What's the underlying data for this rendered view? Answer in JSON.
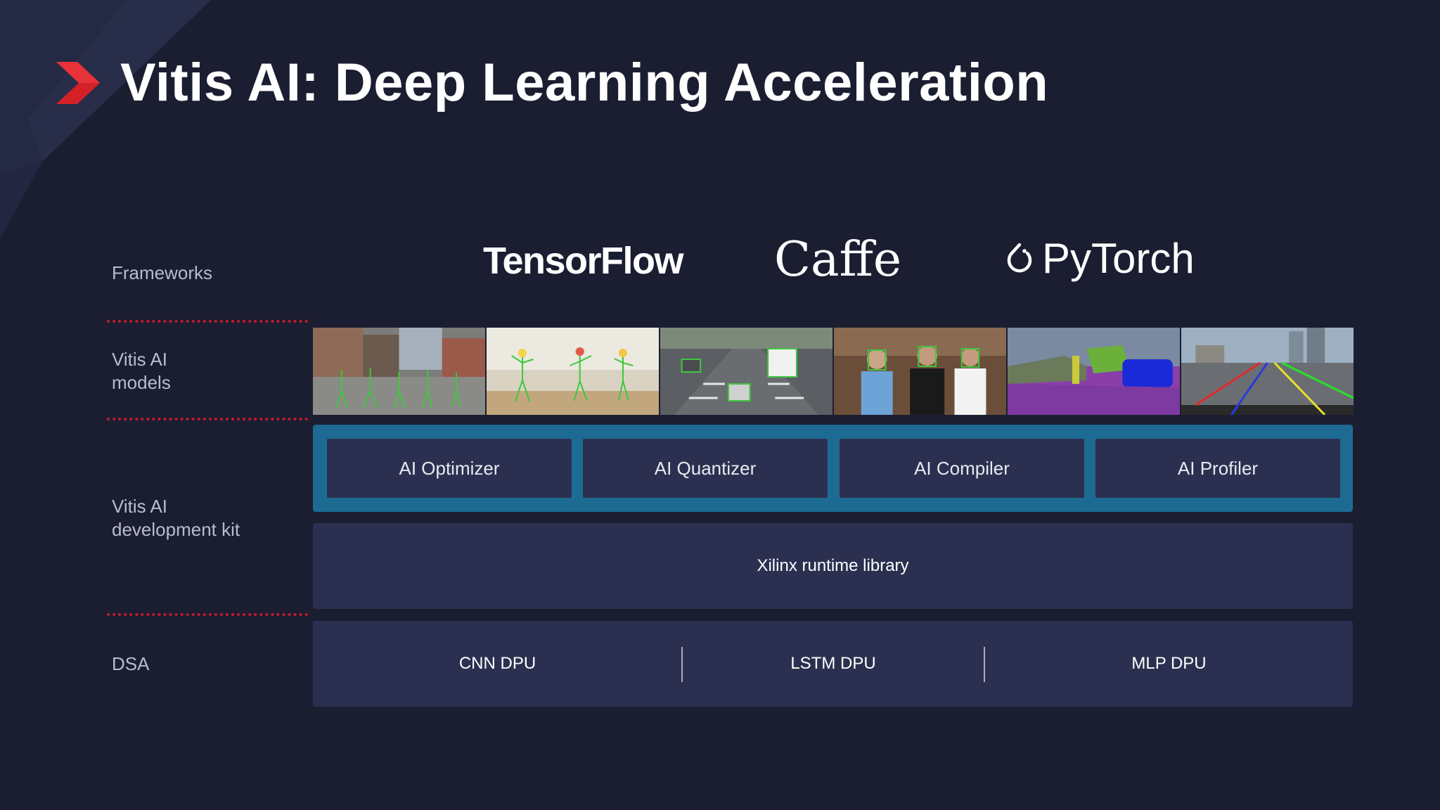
{
  "slide": {
    "title": "Vitis AI: Deep Learning Acceleration",
    "accent_color": "#d42027",
    "background_color": "#1b1e31"
  },
  "rows": {
    "frameworks": "Frameworks",
    "models": "Vitis AI\nmodels",
    "devkit": "Vitis AI\ndevelopment kit",
    "dsa": "DSA"
  },
  "frameworks": [
    {
      "name": "TensorFlow"
    },
    {
      "name": "Caffe"
    },
    {
      "name": "PyTorch",
      "icon": "pytorch-flame-icon"
    }
  ],
  "models": [
    {
      "scene": "pedestrian-pose-detection"
    },
    {
      "scene": "dance-pose-estimation"
    },
    {
      "scene": "traffic-vehicle-detection"
    },
    {
      "scene": "face-detection"
    },
    {
      "scene": "semantic-segmentation"
    },
    {
      "scene": "lane-detection"
    }
  ],
  "devkit_tools": [
    "AI Optimizer",
    "AI Quantizer",
    "AI Compiler",
    "AI Profiler"
  ],
  "runtime": "Xilinx runtime library",
  "dsa_units": [
    "CNN DPU",
    "LSTM DPU",
    "MLP DPU"
  ],
  "colors": {
    "devkit_frame": "#1d6b93",
    "box_fill": "#2c3050",
    "separator": "#c8192a"
  }
}
